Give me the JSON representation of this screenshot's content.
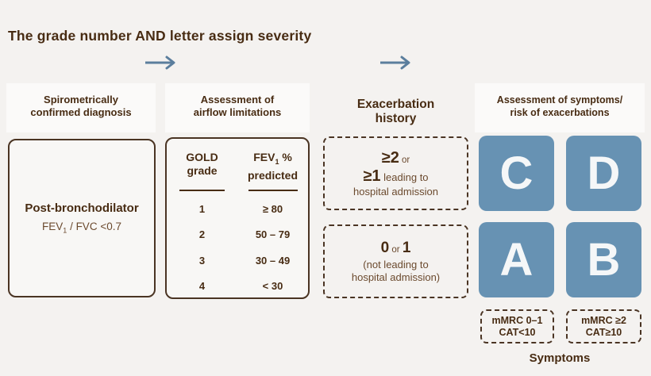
{
  "colors": {
    "page_bg": "#f4f2f0",
    "band_bg": "#fbfaf9",
    "brown_dark": "#482c13",
    "brown_mid": "#6b4a2e",
    "border_brown": "#4a3423",
    "box_bg": "#f8f7f5",
    "blue_square": "#6792b3",
    "arrow_blue": "#5b7e9d",
    "letter_white": "#f5f7f8"
  },
  "title": "The grade number AND letter assign severity",
  "icons": {
    "flow_arrow": "right-arrow"
  },
  "headers": {
    "diagnosis": "Spirometrically\nconfirmed diagnosis",
    "airflow": "Assessment of\nairflow limitations",
    "exacerbation": "Exacerbation\nhistory",
    "symptoms_risk": "Assessment of symptoms/\nrisk of exacerbations"
  },
  "diagnosis_box": {
    "title": "Post-bronchodilator",
    "formula_prefix": "FEV",
    "formula_sub": "1",
    "formula_suffix": " / FVC <0.7"
  },
  "gold_table": {
    "header_grade": "GOLD\ngrade",
    "header_fev_prefix": "FEV",
    "header_fev_sub": "1",
    "header_fev_suffix": " %",
    "header_fev_line2": "predicted",
    "rows": [
      {
        "grade": "1",
        "fev": "≥ 80"
      },
      {
        "grade": "2",
        "fev": "50 – 79"
      },
      {
        "grade": "3",
        "fev": "30 – 49"
      },
      {
        "grade": "4",
        "fev": "< 30"
      }
    ]
  },
  "exacerbation_high": {
    "big1": "≥2",
    "or1": " or",
    "big2": "≥1",
    "rest2": " leading to",
    "line3": "hospital admission"
  },
  "exacerbation_low": {
    "big1": "0",
    "or": " or ",
    "big2": "1",
    "line2": "(not leading to",
    "line3": "hospital admission)"
  },
  "quadrants": [
    "C",
    "D",
    "A",
    "B"
  ],
  "symptom_boxes": [
    {
      "line1": "mMRC 0–1",
      "line2": "CAT<10"
    },
    {
      "line1": "mMRC ≥2",
      "line2": "CAT≥10"
    }
  ],
  "symptoms_label": "Symptoms"
}
